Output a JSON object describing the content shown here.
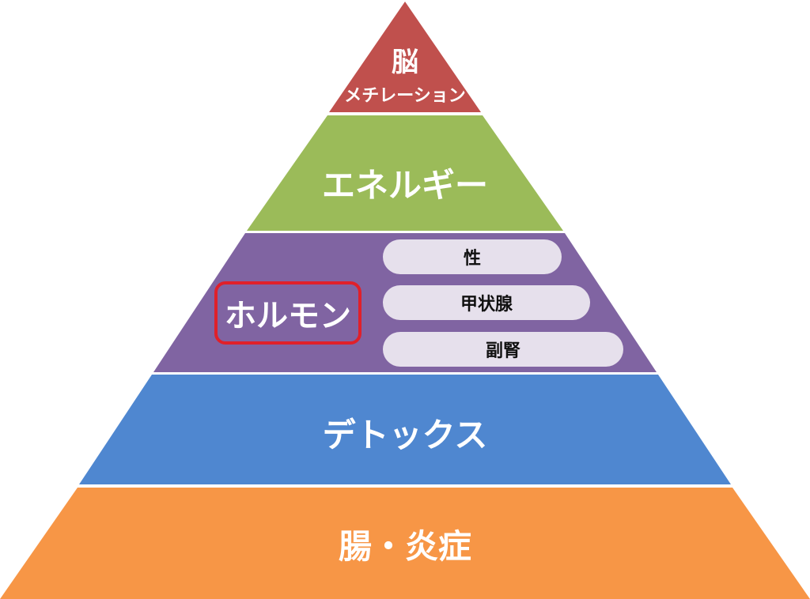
{
  "tiers": {
    "brain": {
      "title": "脳",
      "subtitle": "メチレーション",
      "color": "#c0504d"
    },
    "energy": {
      "title": "エネルギー",
      "color": "#9bbb59"
    },
    "hormone": {
      "title": "ホルモン",
      "color": "#8064a2",
      "items": [
        "性",
        "甲状腺",
        "副腎"
      ]
    },
    "detox": {
      "title": "デトックス",
      "color": "#4f87d0"
    },
    "gut": {
      "title": "腸・炎症",
      "color": "#f79646"
    }
  },
  "highlight_color": "#e0202a",
  "pill_color": "#e6e0ec"
}
